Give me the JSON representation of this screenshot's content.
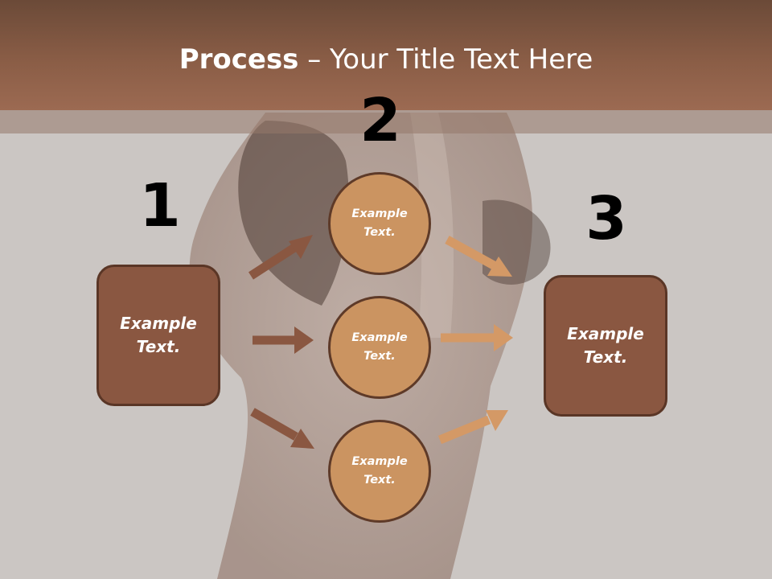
{
  "title": {
    "bold": "Process",
    "rest": " – Your Title Text Here"
  },
  "numbers": [
    "1",
    "2",
    "3"
  ],
  "source_box": {
    "line1": "Example",
    "line2": "Text."
  },
  "circles": [
    {
      "line1": "Example",
      "line2": "Text."
    },
    {
      "line1": "Example",
      "line2": "Text."
    },
    {
      "line1": "Example",
      "line2": "Text."
    }
  ],
  "target_box": {
    "line1": "Example",
    "line2": "Text."
  },
  "colors": {
    "header": "#8a5d46",
    "box_fill": "#8a5741",
    "circle_fill": "#cb9461",
    "left_arrows": "#8a5741",
    "right_arrows": "#d49966"
  }
}
